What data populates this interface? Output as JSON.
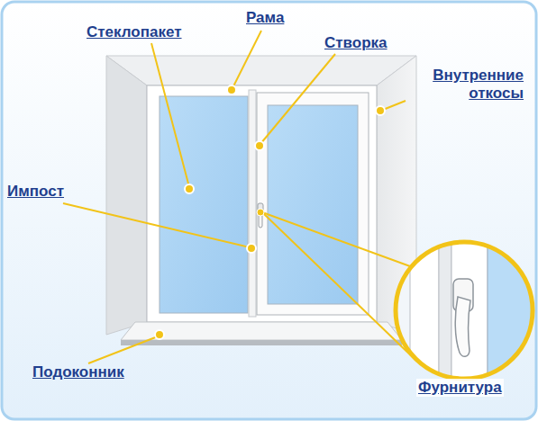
{
  "diagram": {
    "labels": [
      "Стеклопакет",
      "Рама",
      "Створка",
      "Внутренние откосы",
      "Импост",
      "Подоконник",
      "Фурнитура"
    ]
  }
}
